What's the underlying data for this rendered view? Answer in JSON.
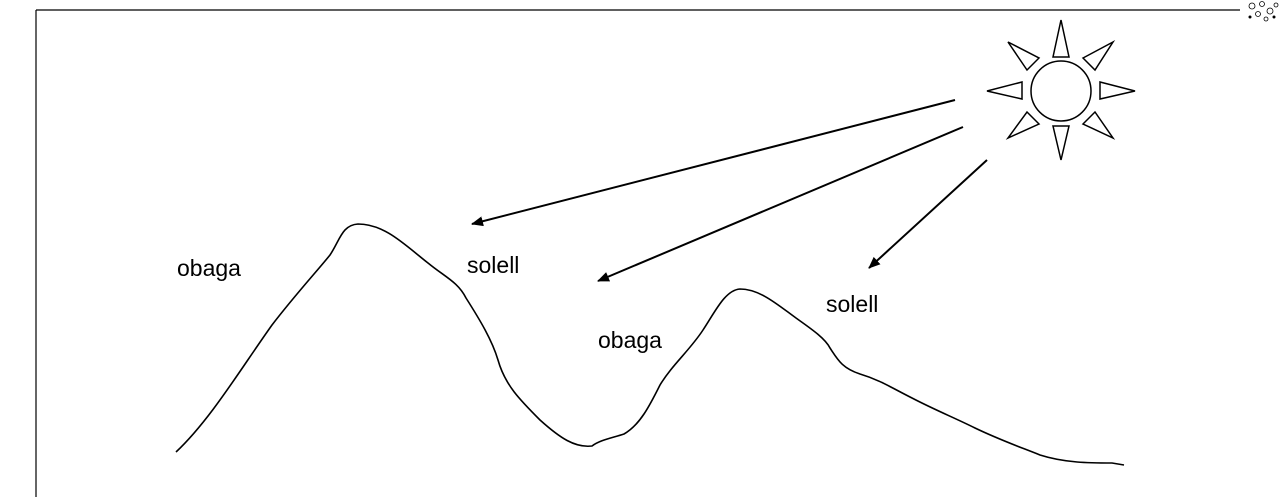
{
  "labels": {
    "left_peak_shade": "obaga",
    "left_peak_sun": "solell",
    "right_peak_shade": "obaga",
    "right_peak_sun": "solell"
  },
  "icons": {
    "sun": "sun-icon",
    "corner_logo": "decorative-logo-icon"
  },
  "colors": {
    "stroke": "#000000",
    "background": "#ffffff"
  }
}
